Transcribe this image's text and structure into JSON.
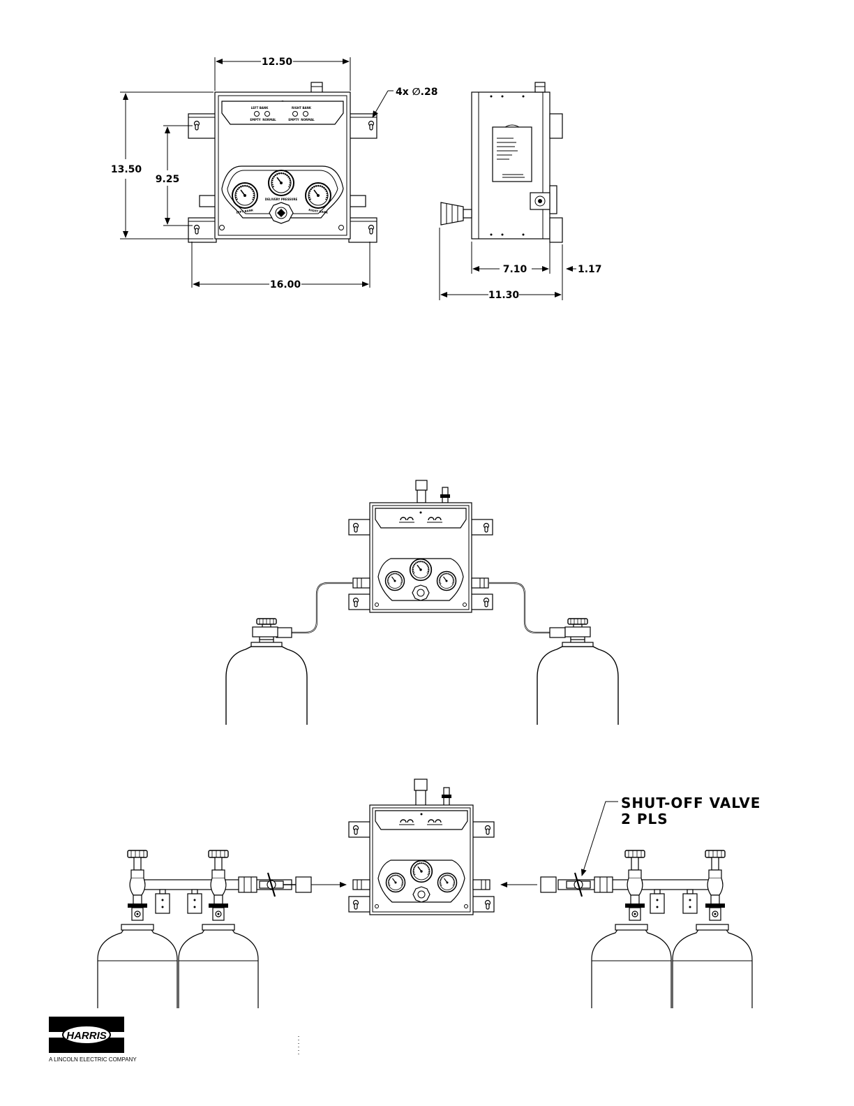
{
  "dimensions": {
    "top_width": "12.50",
    "height": "13.50",
    "mount_spacing": "9.25",
    "hole_callout": "4x ∅.28",
    "overall_width": "16.00",
    "side_depth": "7.10",
    "side_offset": "1.17",
    "side_overall": "11.30"
  },
  "front_panel": {
    "left_gauge_label": "LEFT BANK",
    "center_gauge_label": "DELIVERY PRESSURE",
    "right_gauge_label": "RIGHT BANK",
    "left_indicator_title": "LEFT BANK",
    "right_indicator_title": "RIGHT BANK",
    "indicator_empty": "EMPTY",
    "indicator_normal": "NORMAL"
  },
  "callout": {
    "line1": "SHUT-OFF VALVE",
    "line2": "2 PLS"
  },
  "logo": {
    "brand": "HARRIS",
    "tagline": "A LINCOLN ELECTRIC COMPANY"
  }
}
